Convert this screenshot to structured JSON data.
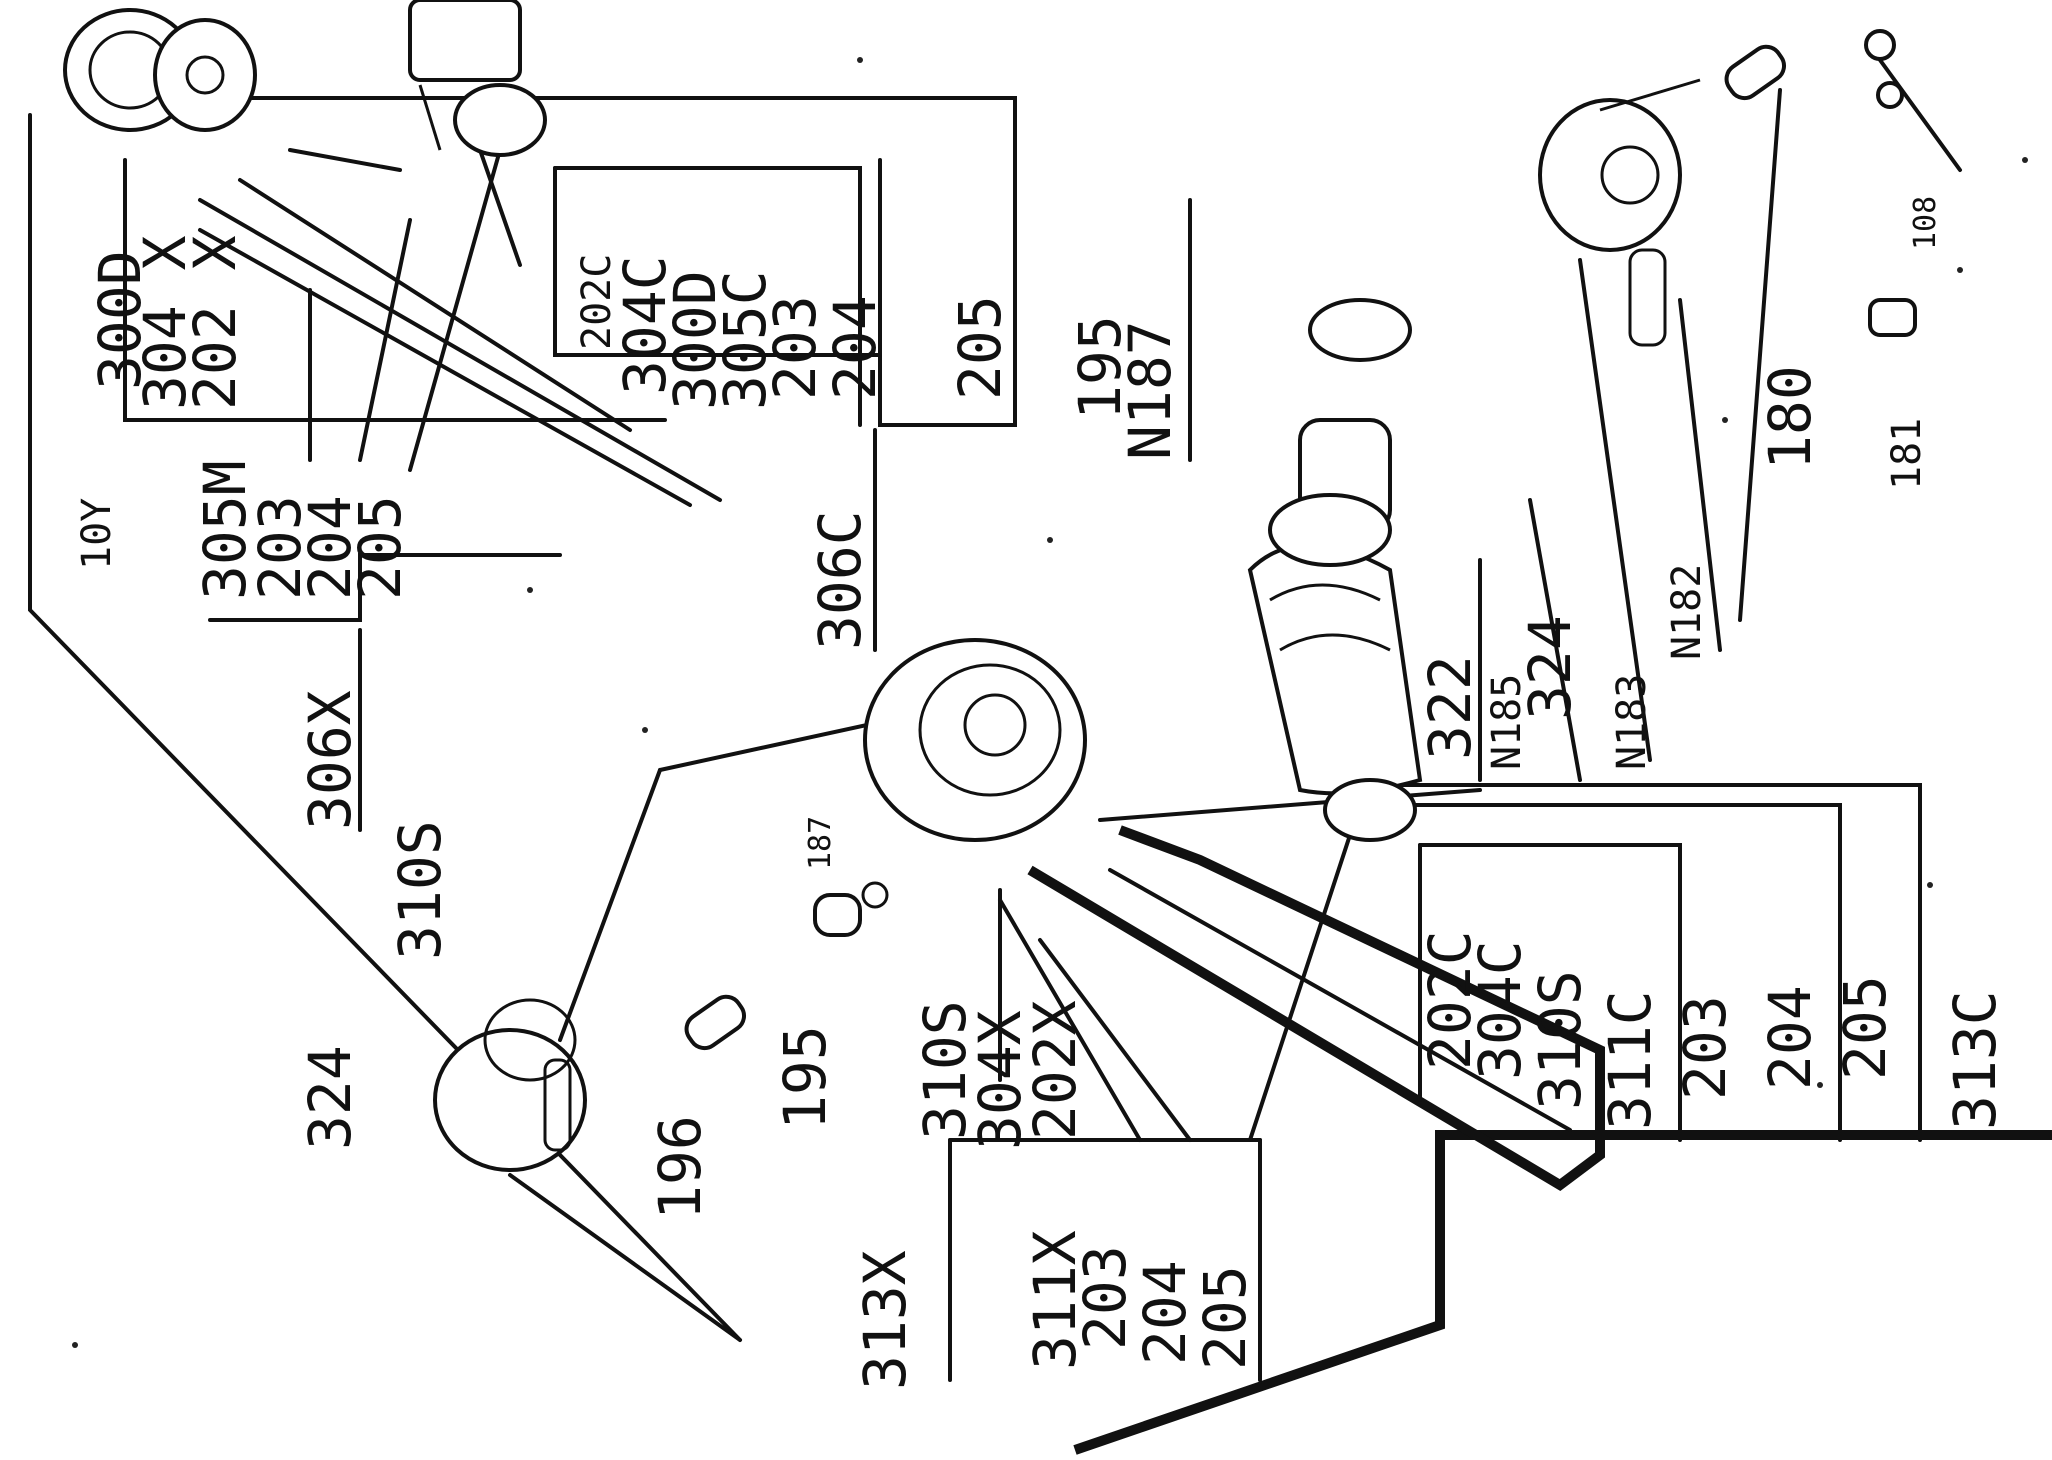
{
  "colors": {
    "ink": "#111111",
    "paper": "#ffffff"
  },
  "diagram": {
    "upper_left": {
      "stack_a": [
        "300D",
        "304 X",
        "202 X",
        "305M",
        "203",
        "204",
        "205"
      ],
      "stack_b": [
        "202C",
        "304C",
        "300D",
        "305C",
        "203",
        "204",
        "205"
      ],
      "side": [
        "10Y",
        "306C",
        "306X"
      ]
    },
    "center": {
      "top_right": [
        "195",
        "N187"
      ],
      "right_column": [
        "322",
        "N185",
        "324",
        "N183",
        "N182",
        "180",
        "181",
        "108"
      ],
      "stack_c": [
        "202C",
        "304C",
        "310S",
        "311C",
        "203",
        "204",
        "205",
        "313C"
      ],
      "stack_d": [
        "310S",
        "304X",
        "202X",
        "203",
        "204",
        "205"
      ],
      "small": [
        "187"
      ]
    },
    "lower_left": {
      "labels": [
        "324",
        "310S",
        "196",
        "195",
        "313X",
        "311X"
      ]
    }
  }
}
